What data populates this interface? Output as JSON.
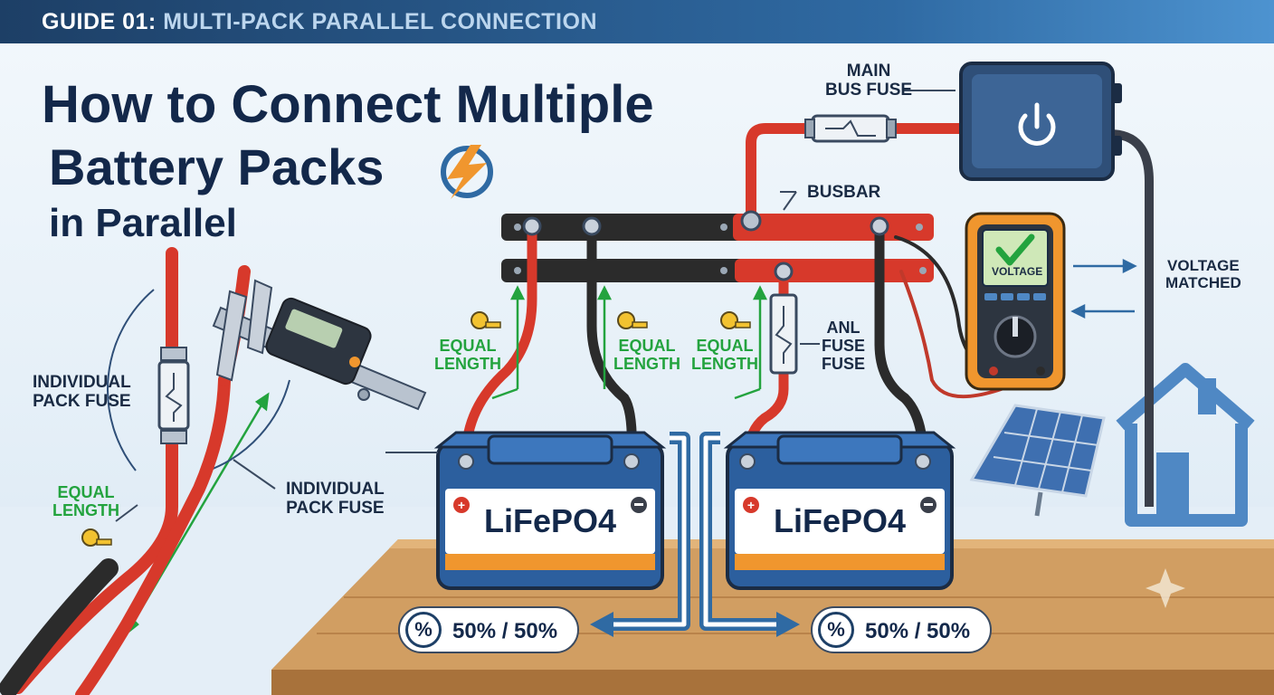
{
  "banner": {
    "prefix": "GUIDE 01:",
    "rest": "MULTI-PACK PARALLEL CONNECTION"
  },
  "title": {
    "line1": "How to Connect Multiple",
    "line2": "Battery Packs",
    "line3": "in Parallel"
  },
  "labels": {
    "main_bus_fuse_1": "MAIN",
    "main_bus_fuse_2": "BUS FUSE",
    "busbar": "BUSBAR",
    "equal_1": "EQUAL",
    "length_1": "LENGTH",
    "anl_1": "ANL",
    "anl_2": "FUSE",
    "anl_3": "FUSE",
    "voltage_matched_1": "VOLTAGE",
    "voltage_matched_2": "MATCHED",
    "individual_pack_fuse_left_1": "INDIVIDUAL",
    "individual_pack_fuse_left_2": "PACK FUSE",
    "individual_pack_fuse_right_1": "INDIVIDUAL",
    "individual_pack_fuse_right_2": "PACK FUSE",
    "multimeter_screen": "VOLTAGE"
  },
  "batteries": [
    {
      "chemistry": "LiFePO4"
    },
    {
      "chemistry": "LiFePO4"
    }
  ],
  "state_of_charge": [
    {
      "symbol": "%",
      "value": "50% / 50%"
    },
    {
      "symbol": "%",
      "value": "50% / 50%"
    }
  ],
  "colors": {
    "positive_cable": "#d7392b",
    "negative_cable": "#2b2b2b",
    "battery_case": "#2c5f9e",
    "battery_stripe": "#f0962e",
    "multimeter": "#f0962e",
    "check": "#23a33e",
    "wood": "#c9955a"
  },
  "icons": [
    "lightning-bolt-icon",
    "power-icon",
    "checkmark-icon",
    "tape-measure-icon",
    "caliper-icon",
    "house-icon",
    "solar-panel-icon",
    "sparkle-icon"
  ]
}
